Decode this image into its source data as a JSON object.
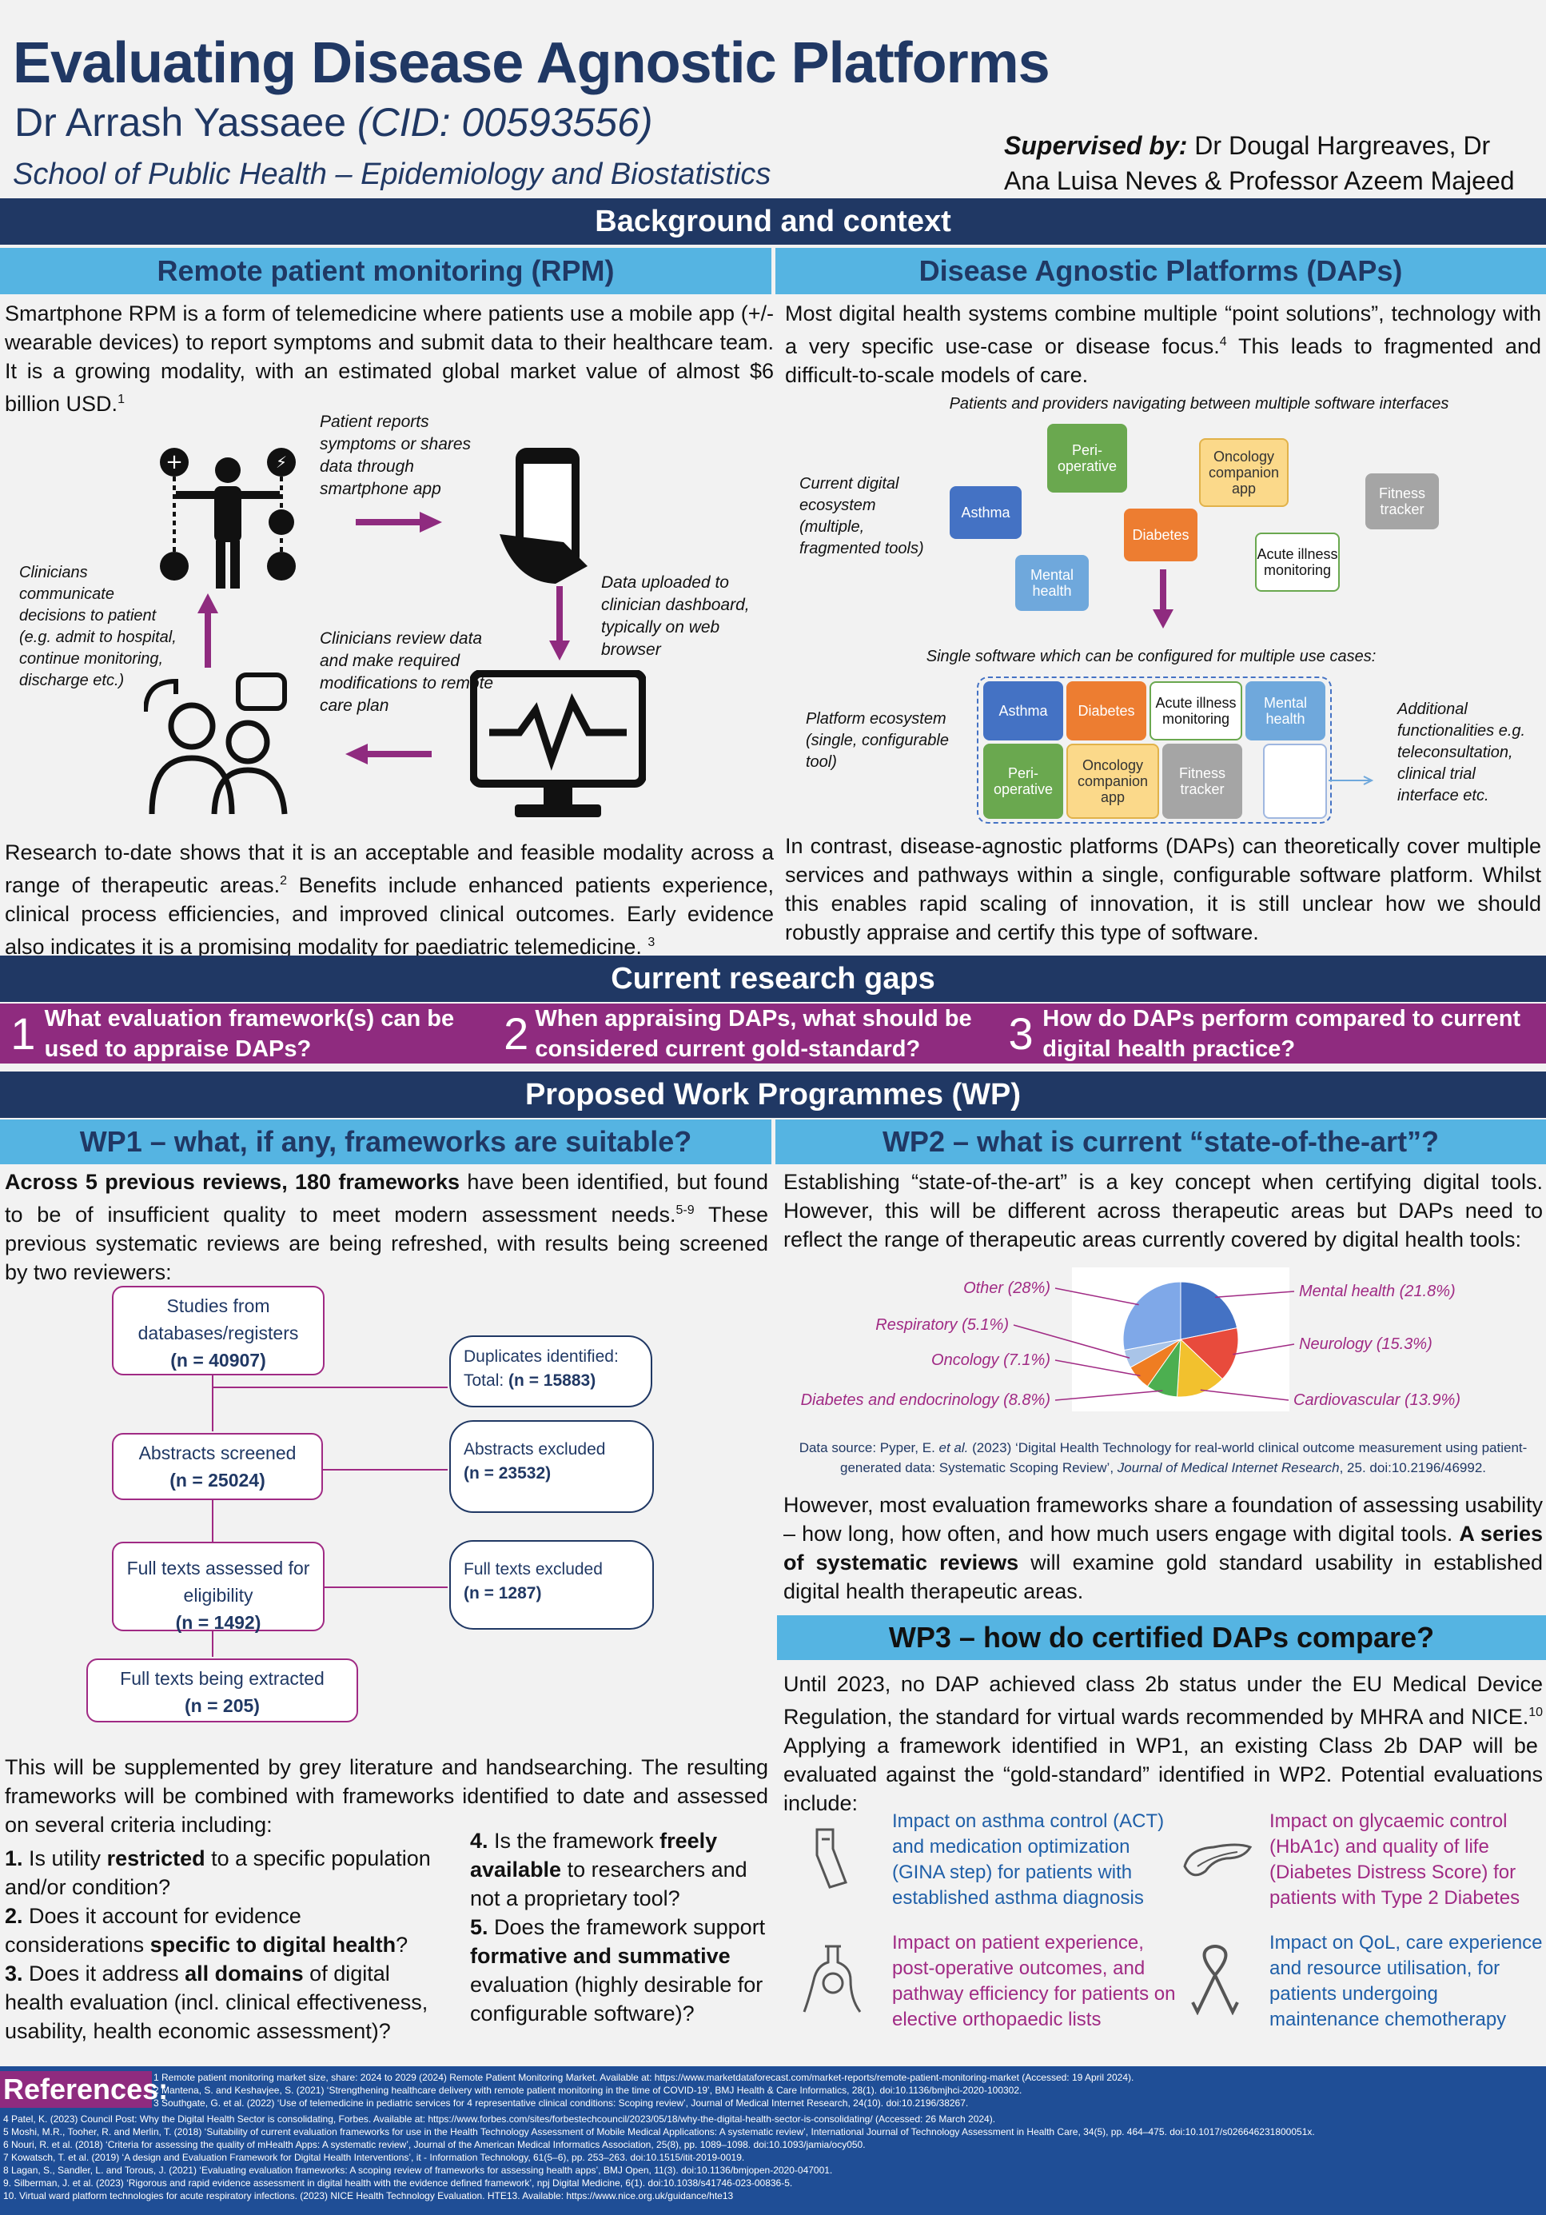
{
  "header": {
    "title": "Evaluating Disease Agnostic Platforms",
    "author_name": "Dr Arrash Yassaee",
    "author_cid": "(CID: 00593556)",
    "school": "School of Public Health – Epidemiology and Biostatistics",
    "supervised_label": "Supervised by:",
    "supervised_names": "Dr Dougal Hargreaves, Dr Ana Luisa Neves & Professor Azeem Majeed"
  },
  "background": {
    "heading": "Background and context",
    "rpm": {
      "heading": "Remote patient monitoring (RPM)",
      "intro": "Smartphone RPM is a form of telemedicine where patients use a mobile app (+/- wearable devices) to report symptoms and submit data to their healthcare team. It is a growing modality, with an estimated global market value of almost $6 billion USD.",
      "intro_ref": "1",
      "diagram": {
        "patient_reports": "Patient reports symptoms or shares data through smartphone app",
        "data_uploaded": "Data uploaded to clinician dashboard, typically on web browser",
        "clinicians_review": "Clinicians review data and make required modifications to remote care plan",
        "clinicians_communicate": "Clinicians communicate decisions to patient (e.g. admit to hospital, continue monitoring, discharge etc.)"
      },
      "research": "Research to-date shows that it is an acceptable and feasible modality across a range of therapeutic areas.",
      "research_ref": "2",
      "research2": " Benefits include enhanced patients experience, clinical process efficiencies, and improved clinical outcomes. Early evidence also indicates it is a promising modality for paediatric telemedicine.",
      "research2_ref": "3"
    },
    "dap": {
      "heading": "Disease Agnostic Platforms (DAPs)",
      "intro": "Most digital health systems combine multiple “point solutions”, technology with a very specific use-case or disease focus.",
      "intro_ref": "4",
      "intro2": " This leads to fragmented and difficult-to-scale models of care.",
      "diagram_caption": "Patients and providers navigating between multiple software interfaces",
      "current_label": "Current digital ecosystem (multiple, fragmented tools)",
      "single_caption": "Single software which can be configured for multiple use cases:",
      "platform_label": "Platform ecosystem (single, configurable tool)",
      "additional": "Additional functionalities e.g. teleconsultation, clinical trial interface etc.",
      "apps": {
        "asthma": "Asthma",
        "periop": "Peri-operative",
        "diabetes": "Diabetes",
        "oncology": "Oncology companion app",
        "fitness": "Fitness tracker",
        "acute": "Acute illness monitoring",
        "mental": "Mental health"
      },
      "platform_apps": {
        "asthma": "Asthma",
        "diabetes": "Diabetes",
        "acute": "Acute illness monitoring",
        "mental": "Mental health",
        "periop": "Peri-operative",
        "oncology": "Oncology companion app",
        "fitness": "Fitness tracker"
      },
      "contrast": "In contrast, disease-agnostic platforms (DAPs) can theoretically cover multiple services and pathways within a single, configurable software platform. Whilst this enables rapid scaling of innovation, it is still unclear how we should robustly appraise and certify this type of software."
    }
  },
  "gaps": {
    "heading": "Current research gaps",
    "items": [
      {
        "num": "1",
        "text": "What evaluation framework(s) can be used to appraise DAPs?"
      },
      {
        "num": "2",
        "text": "When appraising DAPs, what should be considered current gold-standard?"
      },
      {
        "num": "3",
        "text": "How do DAPs perform compared to current digital health practice?"
      }
    ]
  },
  "wp": {
    "heading": "Proposed Work Programmes (WP)",
    "wp1": {
      "heading": "WP1 – what, if any, frameworks are suitable?",
      "intro_bold": "Across 5 previous reviews, 180 frameworks",
      "intro_rest": " have been identified, but found to be of insufficient quality to meet modern assessment needs.",
      "intro_ref": "5-9",
      "intro_rest2": " These previous systematic reviews are being refreshed, with results being screened by two reviewers:",
      "prisma": {
        "studies_label": "Studies from databases/registers",
        "studies_n": "(n = 40907)",
        "dup_label": "Duplicates identified: Total:",
        "dup_n": "(n = 15883)",
        "abstracts_label": "Abstracts screened",
        "abstracts_n": "(n = 25024)",
        "abs_excl_label": "Abstracts excluded",
        "abs_excl_n": "(n = 23532)",
        "full_label": "Full texts assessed for eligibility",
        "full_n": "(n = 1492)",
        "full_excl_label": "Full texts excluded",
        "full_excl_n": "(n = 1287)",
        "extract_label": "Full texts being extracted",
        "extract_n": "(n = 205)"
      },
      "supplement": "This will be supplemented by grey literature and handsearching. The resulting frameworks will be combined with frameworks identified to date and assessed on several criteria including:",
      "criteria": {
        "c1_num": "1.",
        "c1_a": " Is utility ",
        "c1_b": "restricted",
        "c1_c": " to a specific population and/or condition?",
        "c2_num": "2.",
        "c2_a": " Does it account for evidence considerations ",
        "c2_b": "specific to digital health",
        "c2_c": "?",
        "c3_num": "3.",
        "c3_a": " Does it address ",
        "c3_b": "all domains",
        "c3_c": " of digital health evaluation (incl. clinical effectiveness, usability, health economic assessment)?",
        "c4_num": "4.",
        "c4_a": " Is the framework ",
        "c4_b": "freely available",
        "c4_c": " to researchers and not a proprietary tool?",
        "c5_num": "5.",
        "c5_a": " Does the framework support ",
        "c5_b": "formative and summative",
        "c5_c": " evaluation (highly desirable for configurable software)?"
      }
    },
    "wp2": {
      "heading": "WP2 – what is current “state-of-the-art”?",
      "intro": "Establishing “state-of-the-art” is a key concept when certifying digital tools. However, this will be different across therapeutic areas but DAPs need to reflect the range of therapeutic areas currently covered by digital health tools:",
      "source_a": "Data source: Pyper, E. ",
      "source_b": "et al.",
      "source_c": " (2023) ‘Digital Health Technology for real-world clinical outcome measurement using patient-generated data: Systematic Scoping Review’, ",
      "source_d": "Journal of Medical Internet Research",
      "source_e": ", 25. doi:10.2196/46992.",
      "however_a": "However, most evaluation frameworks share a foundation of assessing usability – how long, how often, and how much users engage with digital tools. ",
      "however_b": "A series of systematic reviews",
      "however_c": " will examine gold standard usability in established digital health therapeutic areas."
    },
    "wp3": {
      "heading": "WP3 – how do certified DAPs compare?",
      "intro": "Until 2023, no DAP achieved class 2b status under the EU Medical Device Regulation, the standard for virtual wards recommended  by MHRA and NICE.",
      "intro_ref": "10",
      "intro2": " Applying a framework identified in WP1, an existing Class 2b DAP will be evaluated against the “gold-standard” identified in WP2. Potential evaluations include:",
      "evals": [
        {
          "icon": "inhaler-icon",
          "text": "Impact on asthma control (ACT) and medication optimization (GINA step) for patients with established asthma diagnosis"
        },
        {
          "icon": "pancreas-icon",
          "text": "Impact on glycaemic control (HbA1c) and quality of life (Diabetes Distress Score) for patients with Type 2 Diabetes"
        },
        {
          "icon": "knee-icon",
          "text": "Impact on patient experience, post-operative outcomes, and pathway efficiency for patients on elective orthopaedic lists"
        },
        {
          "icon": "ribbon-icon",
          "text": "Impact on QoL, care experience and resource utilisation, for patients undergoing maintenance chemotherapy"
        }
      ]
    }
  },
  "chart_data": {
    "type": "pie",
    "title": "",
    "slices": [
      {
        "label": "Mental health (21.8%)",
        "value": 21.8,
        "color": "#4472c4"
      },
      {
        "label": "Neurology (15.3%)",
        "value": 15.3,
        "color": "#e84b3c"
      },
      {
        "label": "Cardiovascular (13.9%)",
        "value": 13.9,
        "color": "#f2c12e"
      },
      {
        "label": "Diabetes and endocrinology (8.8%)",
        "value": 8.8,
        "color": "#4caf50"
      },
      {
        "label": "Oncology (7.1%)",
        "value": 7.1,
        "color": "#ef7d22"
      },
      {
        "label": "Respiratory (5.1%)",
        "value": 5.1,
        "color": "#a9c4e8"
      },
      {
        "label": "Other (28%)",
        "value": 28,
        "color": "#7fa8e8"
      }
    ]
  },
  "references": {
    "label": "References:",
    "items": [
      "1 Remote patient monitoring market size, share: 2024 to 2029 (2024) Remote Patient Monitoring Market. Available at: https://www.marketdataforecast.com/market-reports/remote-patient-monitoring-market (Accessed: 19 April 2024).",
      "2 Mantena, S. and Keshavjee, S. (2021) ‘Strengthening healthcare delivery with remote patient monitoring in the time of COVID-19’, BMJ Health & Care Informatics, 28(1). doi:10.1136/bmjhci-2020-100302.",
      "3 Southgate, G. et al. (2022) ‘Use of telemedicine in pediatric services for 4 representative clinical conditions: Scoping review’, Journal of Medical Internet Research, 24(10). doi:10.2196/38267.",
      "4 Patel, K. (2023) Council Post: Why the Digital Health Sector is consolidating, Forbes. Available at: https://www.forbes.com/sites/forbestechcouncil/2023/05/18/why-the-digital-health-sector-is-consolidating/ (Accessed: 26 March 2024).",
      "5 Moshi, M.R., Tooher, R. and Merlin, T. (2018) ‘Suitability of current evaluation frameworks for use in the Health Technology Assessment of Mobile Medical Applications: A systematic review’, International Journal of Technology Assessment in Health Care, 34(5), pp. 464–475. doi:10.1017/s026646231800051x.",
      "6 Nouri, R. et al. (2018) ‘Criteria for assessing the quality of mHealth Apps: A systematic review’, Journal of the American Medical Informatics Association, 25(8), pp. 1089–1098. doi:10.1093/jamia/ocy050.",
      "7 Kowatsch, T. et al. (2019) ‘A design and Evaluation Framework for Digital Health Interventions’, it - Information Technology, 61(5–6), pp. 253–263. doi:10.1515/itit-2019-0019.",
      "8 Lagan, S., Sandler, L. and Torous, J. (2021) ‘Evaluating evaluation frameworks: A scoping review of frameworks for assessing health apps’, BMJ Open, 11(3). doi:10.1136/bmjopen-2020-047001.",
      "9. Silberman, J. et al. (2023) ‘Rigorous and rapid evidence assessment in digital health with the evidence defined framework’, npj Digital Medicine, 6(1). doi:10.1038/s41746-023-00836-5.",
      "10. Virtual ward platform technologies for acute respiratory infections. (2023) NICE Health Technology Evaluation. HTE13. Available: https://www.nice.org.uk/guidance/hte13"
    ]
  }
}
